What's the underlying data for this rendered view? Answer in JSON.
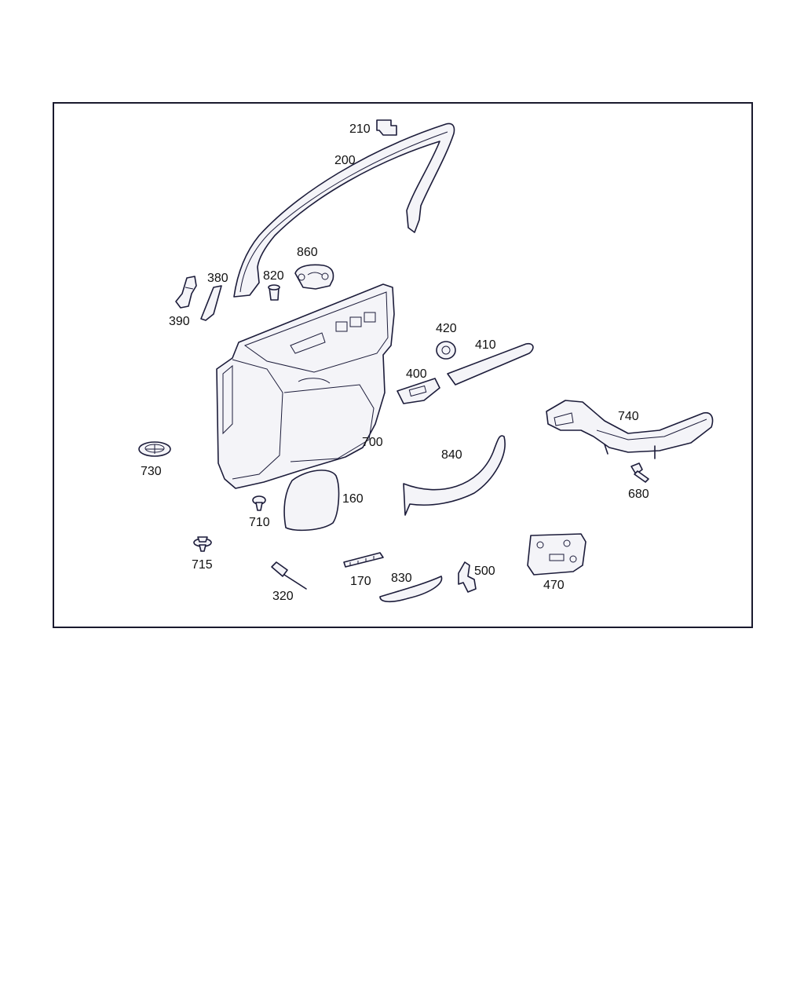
{
  "diagram": {
    "callouts": [
      {
        "id": "210",
        "label": "210"
      },
      {
        "id": "200",
        "label": "200"
      },
      {
        "id": "860",
        "label": "860"
      },
      {
        "id": "380",
        "label": "380"
      },
      {
        "id": "820",
        "label": "820"
      },
      {
        "id": "390",
        "label": "390"
      },
      {
        "id": "420",
        "label": "420"
      },
      {
        "id": "410",
        "label": "410"
      },
      {
        "id": "400",
        "label": "400"
      },
      {
        "id": "740",
        "label": "740"
      },
      {
        "id": "700",
        "label": "700"
      },
      {
        "id": "840",
        "label": "840"
      },
      {
        "id": "730",
        "label": "730"
      },
      {
        "id": "680",
        "label": "680"
      },
      {
        "id": "160",
        "label": "160"
      },
      {
        "id": "710",
        "label": "710"
      },
      {
        "id": "715",
        "label": "715"
      },
      {
        "id": "500",
        "label": "500"
      },
      {
        "id": "830",
        "label": "830"
      },
      {
        "id": "470",
        "label": "470"
      },
      {
        "id": "170",
        "label": "170"
      },
      {
        "id": "320",
        "label": "320"
      }
    ]
  }
}
